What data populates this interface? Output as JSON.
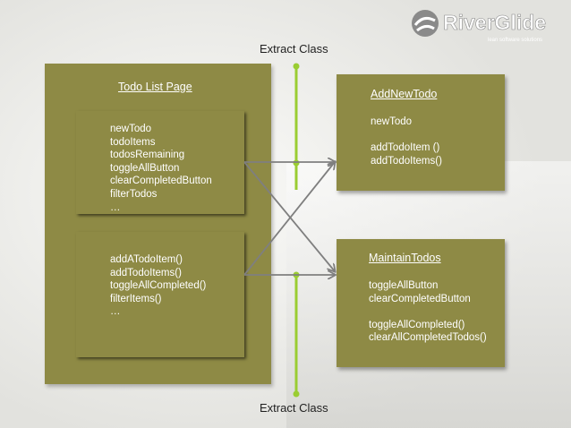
{
  "logo": {
    "text": "RiverGlide",
    "tagline": "lean software solutions"
  },
  "top_label": "Extract Class",
  "bottom_label": "Extract Class",
  "todo_list_page": {
    "title": "Todo List Page",
    "fields": [
      "newTodo",
      "todoItems",
      "todosRemaining",
      "toggleAllButton",
      "clearCompletedButton",
      "filterTodos",
      "…"
    ],
    "methods": [
      "addATodoItem()",
      "addTodoItems()",
      "toggleAllCompleted()",
      "filterItems()",
      "…"
    ]
  },
  "add_new_todo": {
    "title": "AddNewTodo",
    "fields": [
      "newTodo"
    ],
    "methods": [
      "addTodoItem ()",
      "addTodoItems()"
    ]
  },
  "maintain_todos": {
    "title": "MaintainTodos",
    "fields": [
      "toggleAllButton",
      "clearCompletedButton"
    ],
    "methods": [
      "toggleAllCompleted()",
      "clearAllCompletedTodos()"
    ]
  },
  "colors": {
    "box": "#8e8a45",
    "connector": "#9acd32",
    "arrow": "#7f7f7f",
    "text": "#ffffff"
  }
}
